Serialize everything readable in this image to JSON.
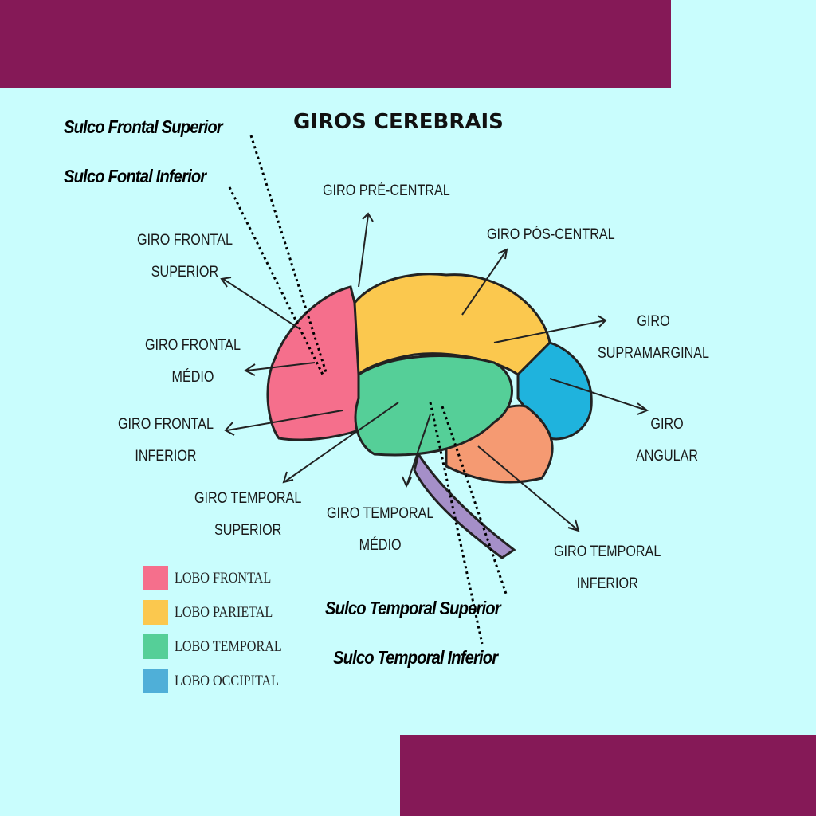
{
  "title": "GIROS CEREBRAIS",
  "sulci": {
    "frontal_superior": "Sulco Frontal Superior",
    "frontal_inferior": "Sulco Fontal Inferior",
    "temporal_superior": "Sulco Temporal Superior",
    "temporal_inferior": "Sulco Temporal Inferior"
  },
  "gyri": {
    "pre_central": "GIRO PRÉ-CENTRAL",
    "pos_central": "GIRO PÓS-CENTRAL",
    "frontal_superior": [
      "GIRO FRONTAL",
      "SUPERIOR"
    ],
    "frontal_medio": [
      "GIRO FRONTAL",
      "MÉDIO"
    ],
    "frontal_inferior": [
      "GIRO FRONTAL",
      "INFERIOR"
    ],
    "supramarginal": [
      "GIRO",
      "SUPRAMARGINAL"
    ],
    "angular": [
      "GIRO",
      "ANGULAR"
    ],
    "temporal_superior": [
      "GIRO TEMPORAL",
      "SUPERIOR"
    ],
    "temporal_medio": [
      "GIRO TEMPORAL",
      "MÉDIO"
    ],
    "temporal_inferior": [
      "GIRO TEMPORAL",
      "INFERIOR"
    ]
  },
  "legend": [
    {
      "label": "LOBO FRONTAL",
      "color": "#f56f8c"
    },
    {
      "label": "LOBO PARIETAL",
      "color": "#fbc84e"
    },
    {
      "label": "LOBO TEMPORAL",
      "color": "#55cf98"
    },
    {
      "label": "LOBO OCCIPITAL",
      "color": "#4fafd8"
    }
  ],
  "colors": {
    "background": "#c9fdfd",
    "accent_bar": "#851957"
  }
}
